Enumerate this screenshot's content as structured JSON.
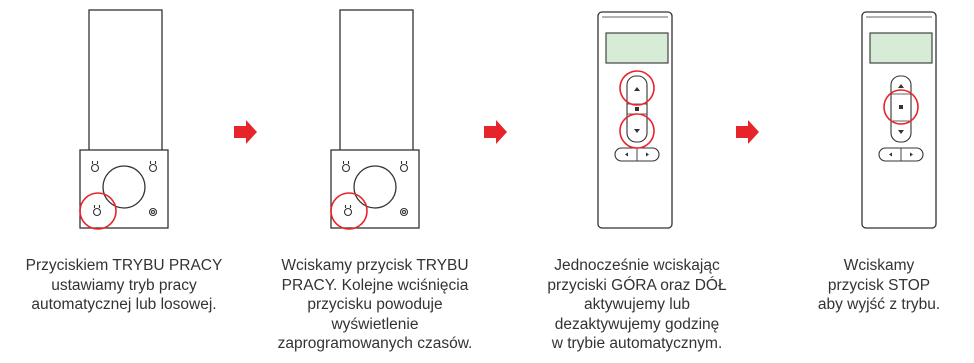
{
  "steps": [
    {
      "caption_lines": [
        "Przyciskiem TRYBU PRACY",
        "ustawiamy tryb pracy",
        "automatycznej lub losowej."
      ]
    },
    {
      "caption_lines": [
        "Wciskamy przycisk TRYBU",
        "PRACY. Kolejne wciśnięcia",
        "przycisku powoduje",
        "wyświetlenie",
        "zaprogramowanych czasów."
      ]
    },
    {
      "caption_lines": [
        "Jednocześnie wciskając",
        "przyciski GÓRA oraz DÓŁ",
        "aktywujemy lub",
        "dezaktywujemy godzinę",
        "w trybie automatycznym."
      ]
    },
    {
      "caption_lines": [
        "Wciskamy",
        "przycisk STOP",
        "aby wyjść z trybu."
      ]
    }
  ],
  "colors": {
    "outline": "#333333",
    "highlight": "#e8242b",
    "arrow": "#e8242b",
    "display": "#d6ecd6",
    "text": "#333333"
  },
  "icons": {
    "arrow": "right-arrow-icon",
    "screw": "screw-icon",
    "up": "up-triangle-icon",
    "down": "down-triangle-icon",
    "stop": "stop-square-icon",
    "left": "left-triangle-icon",
    "right": "right-triangle-icon"
  }
}
